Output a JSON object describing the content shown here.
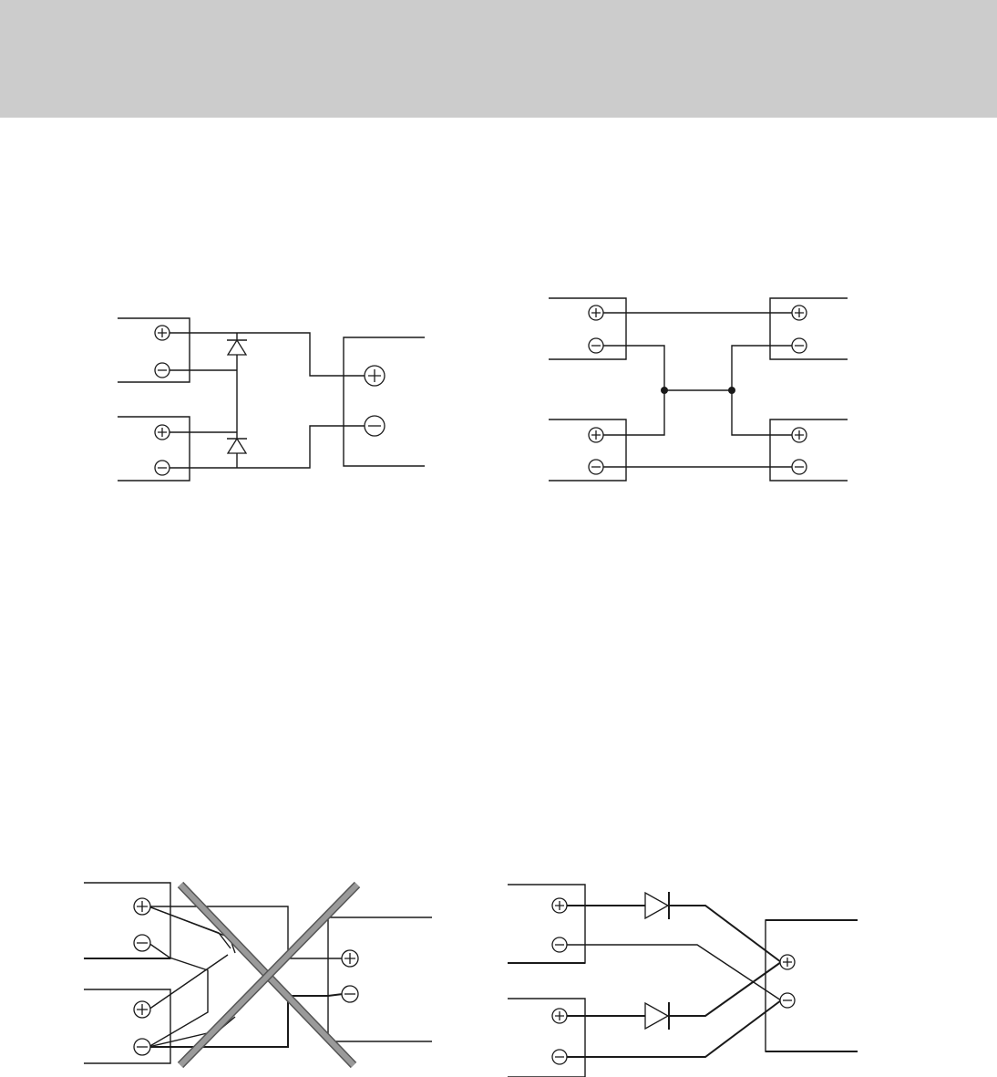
{
  "colors": {
    "header_band": "#cccccc",
    "line": "#1a1a1a",
    "cross_outline": "#555555",
    "cross_fill": "#9a9a9a"
  },
  "figures": [
    {
      "id": "top-left",
      "kind": "parallel-with-diodes",
      "terminals": [
        "plus",
        "minus",
        "plus",
        "minus",
        "plus",
        "minus"
      ]
    },
    {
      "id": "top-right",
      "kind": "series-pair-link",
      "terminals": [
        "plus",
        "minus",
        "plus",
        "minus",
        "plus",
        "minus",
        "plus",
        "minus"
      ]
    },
    {
      "id": "bottom-left",
      "kind": "incorrect-connection",
      "marker": "cross-out"
    },
    {
      "id": "bottom-right",
      "kind": "parallel-with-diodes-crossed",
      "terminals": [
        "plus",
        "minus",
        "plus",
        "minus",
        "plus",
        "minus"
      ]
    }
  ]
}
